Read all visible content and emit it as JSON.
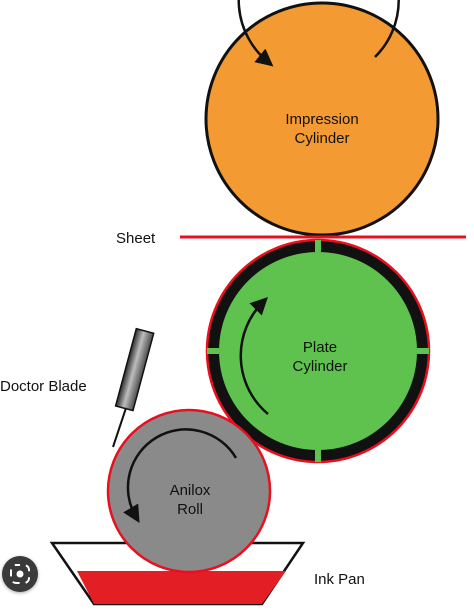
{
  "diagram": {
    "labels": {
      "impression": [
        "Impression",
        "Cylinder"
      ],
      "plate": [
        "Plate",
        "Cylinder"
      ],
      "anilox": [
        "Anilox",
        "Roll"
      ],
      "sheet": "Sheet",
      "doctor_blade": "Doctor Blade",
      "ink_pan": "Ink Pan"
    },
    "colors": {
      "impression_fill": "#f39a33",
      "plate_fill": "#5fc24f",
      "anilox_fill": "#8a8a8a",
      "sheet_line": "#e8101f",
      "ink": "#e31e24",
      "outline": "#111111",
      "plate_ring": "#111111"
    }
  },
  "overlay": {
    "icon": "lens-search-icon"
  }
}
